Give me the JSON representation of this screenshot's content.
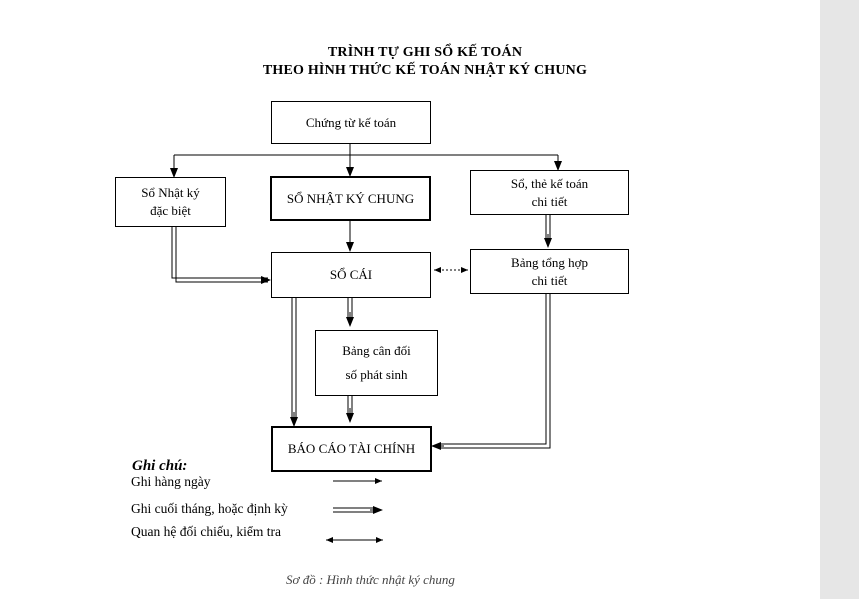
{
  "title": {
    "line1": "TRÌNH TỰ GHI SỔ KẾ TOÁN",
    "line2": "THEO HÌNH THỨC KẾ TOÁN NHẬT KÝ CHUNG"
  },
  "nodes": {
    "chung_tu": "Chứng từ kế toán",
    "nhat_ky_dac_biet": "Sổ Nhật ký\nđặc biệt",
    "nhat_ky_chung": "SỔ NHẬT KÝ CHUNG",
    "the_ke_toan_chi_tiet": "Sổ, thẻ kế toán\nchi tiết",
    "so_cai": "SỔ CÁI",
    "bang_tong_hop": "Bảng tổng hợp\nchi tiết",
    "bang_can_doi": "Bảng cân đối\nsố phát sinh",
    "bao_cao_tai_chinh": "BÁO CÁO TÀI CHÍNH"
  },
  "legend": {
    "title": "Ghi chú:",
    "items": [
      {
        "label": "Ghi hàng ngày",
        "style": "single"
      },
      {
        "label": "Ghi cuối tháng, hoặc định kỳ",
        "style": "double"
      },
      {
        "label": "Quan hệ đối chiếu, kiểm tra",
        "style": "bidirectional"
      }
    ]
  },
  "caption": "Sơ đồ : Hình thức nhật ký chung",
  "colors": {
    "stroke": "#000000",
    "sidebar": "#e6e6e6",
    "caption": "#444444"
  }
}
